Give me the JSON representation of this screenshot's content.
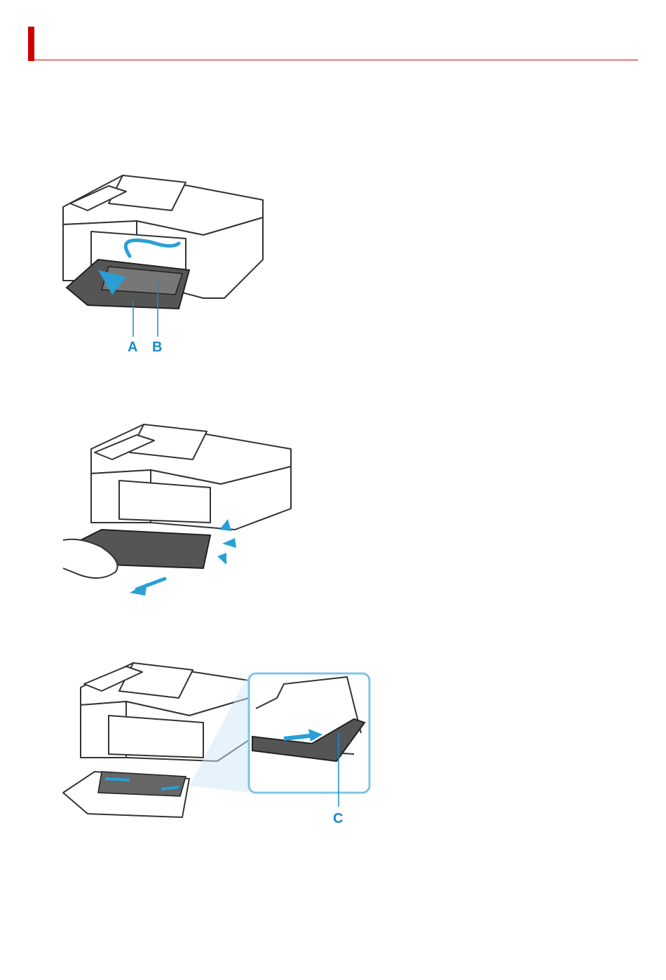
{
  "colors": {
    "accent": "#cc0000",
    "callout": "#1a8ac9",
    "arrow": "#2a9fd6",
    "printer_line": "#333333",
    "cassette_dark": "#555555"
  },
  "figures": [
    {
      "callouts": [
        "A",
        "B"
      ]
    },
    {
      "callouts": []
    },
    {
      "callouts": [
        "C"
      ]
    }
  ]
}
